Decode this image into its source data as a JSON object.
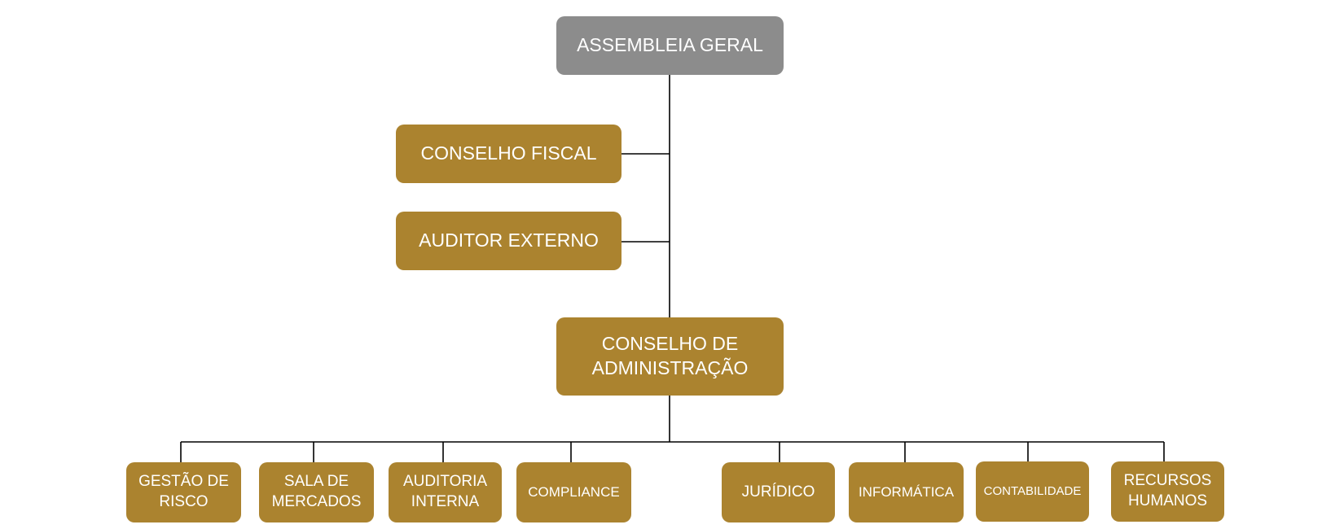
{
  "colors": {
    "top_box": "#8c8c8c",
    "box": "#ab832f",
    "text": "#ffffff",
    "connector": "#000000"
  },
  "top": {
    "label": "ASSEMBLEIA GERAL"
  },
  "side": [
    {
      "label": "CONSELHO FISCAL"
    },
    {
      "label": "AUDITOR EXTERNO"
    }
  ],
  "board": {
    "label": "CONSELHO DE ADMINISTRAÇÃO"
  },
  "departments": [
    {
      "label": "GESTÃO DE RISCO"
    },
    {
      "label": "SALA DE MERCADOS"
    },
    {
      "label": "AUDITORIA INTERNA"
    },
    {
      "label": "COMPLIANCE"
    },
    {
      "label": "JURÍDICO"
    },
    {
      "label": "INFORMÁTICA"
    },
    {
      "label": "CONTABILIDADE"
    },
    {
      "label": "RECURSOS HUMANOS"
    }
  ]
}
